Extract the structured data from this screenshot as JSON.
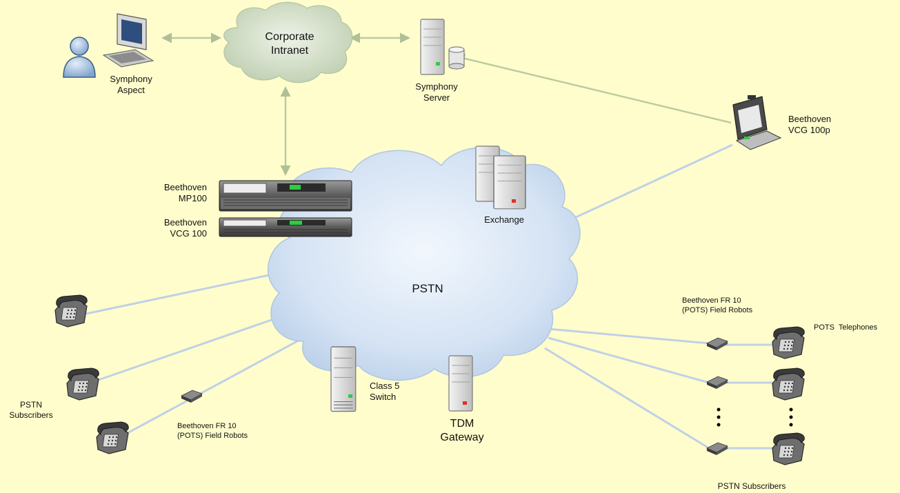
{
  "background_color": "#FFFDCC",
  "colors": {
    "cloud_fill": "#C8DBF0",
    "intranet_cloud_fill": "#C7D7BC",
    "link_line": "#BFD1E6",
    "arrow_line": "#B9C79F",
    "server_body": "#DCDCDC",
    "led_green": "#2ECC40",
    "led_red": "#E0302A"
  },
  "labels": {
    "corporate_intranet_line1": "Corporate",
    "corporate_intranet_line2": "Intranet",
    "symphony_aspect_line1": "Symphony",
    "symphony_aspect_line2": "Aspect",
    "symphony_server_line1": "Symphony",
    "symphony_server_line2": "Server",
    "vcg100p_line1": "Beethoven",
    "vcg100p_line2": "VCG 100p",
    "mp100_line1": "Beethoven",
    "mp100_line2": "MP100",
    "vcg100_line1": "Beethoven",
    "vcg100_line2": "VCG 100",
    "exchange": "Exchange",
    "pstn": "PSTN",
    "class5_line1": "Class 5",
    "class5_line2": "Switch",
    "tdm_line1": "TDM",
    "tdm_line2": "Gateway",
    "pstn_subscribers_left_line1": "PSTN",
    "pstn_subscribers_left_line2": "Subscribers",
    "field_robots_left_line1": "Beethoven FR 10",
    "field_robots_left_line2": "(POTS) Field Robots",
    "field_robots_right_line1": "Beethoven FR 10",
    "field_robots_right_line2": "(POTS) Field Robots",
    "pots_telephones": "POTS  Telephones",
    "pstn_subscribers_bottom": "PSTN Subscribers"
  },
  "icons": [
    "user-icon",
    "workstation-icon",
    "cloud-icon",
    "server-icon",
    "database-icon",
    "laptop-icon",
    "rack-unit-icon",
    "telephone-icon",
    "field-robot-icon",
    "ellipsis-icon"
  ]
}
